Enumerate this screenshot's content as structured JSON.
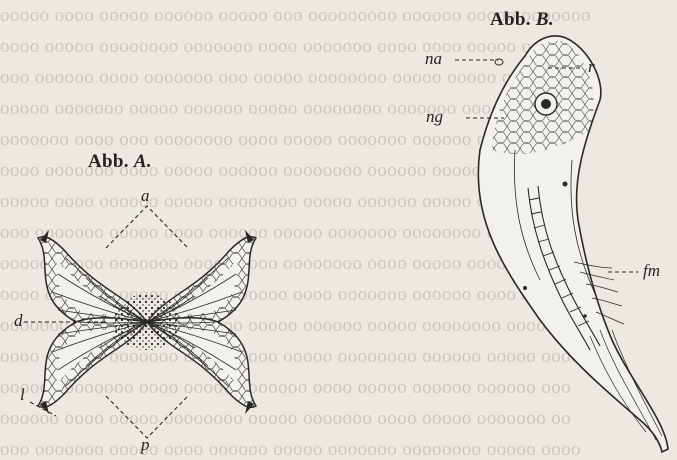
{
  "figures": {
    "a": {
      "caption_prefix": "Abb.",
      "caption_letter": "A.",
      "labels": {
        "a": "a",
        "d": "d",
        "l": "l",
        "p": "p"
      }
    },
    "b": {
      "caption_prefix": "Abb.",
      "caption_letter": "B.",
      "labels": {
        "na": "na",
        "r": "r",
        "ng": "ng",
        "fm": "fm"
      }
    }
  },
  "colors": {
    "ink": "#2a2825",
    "paper": "#ece9e2"
  }
}
